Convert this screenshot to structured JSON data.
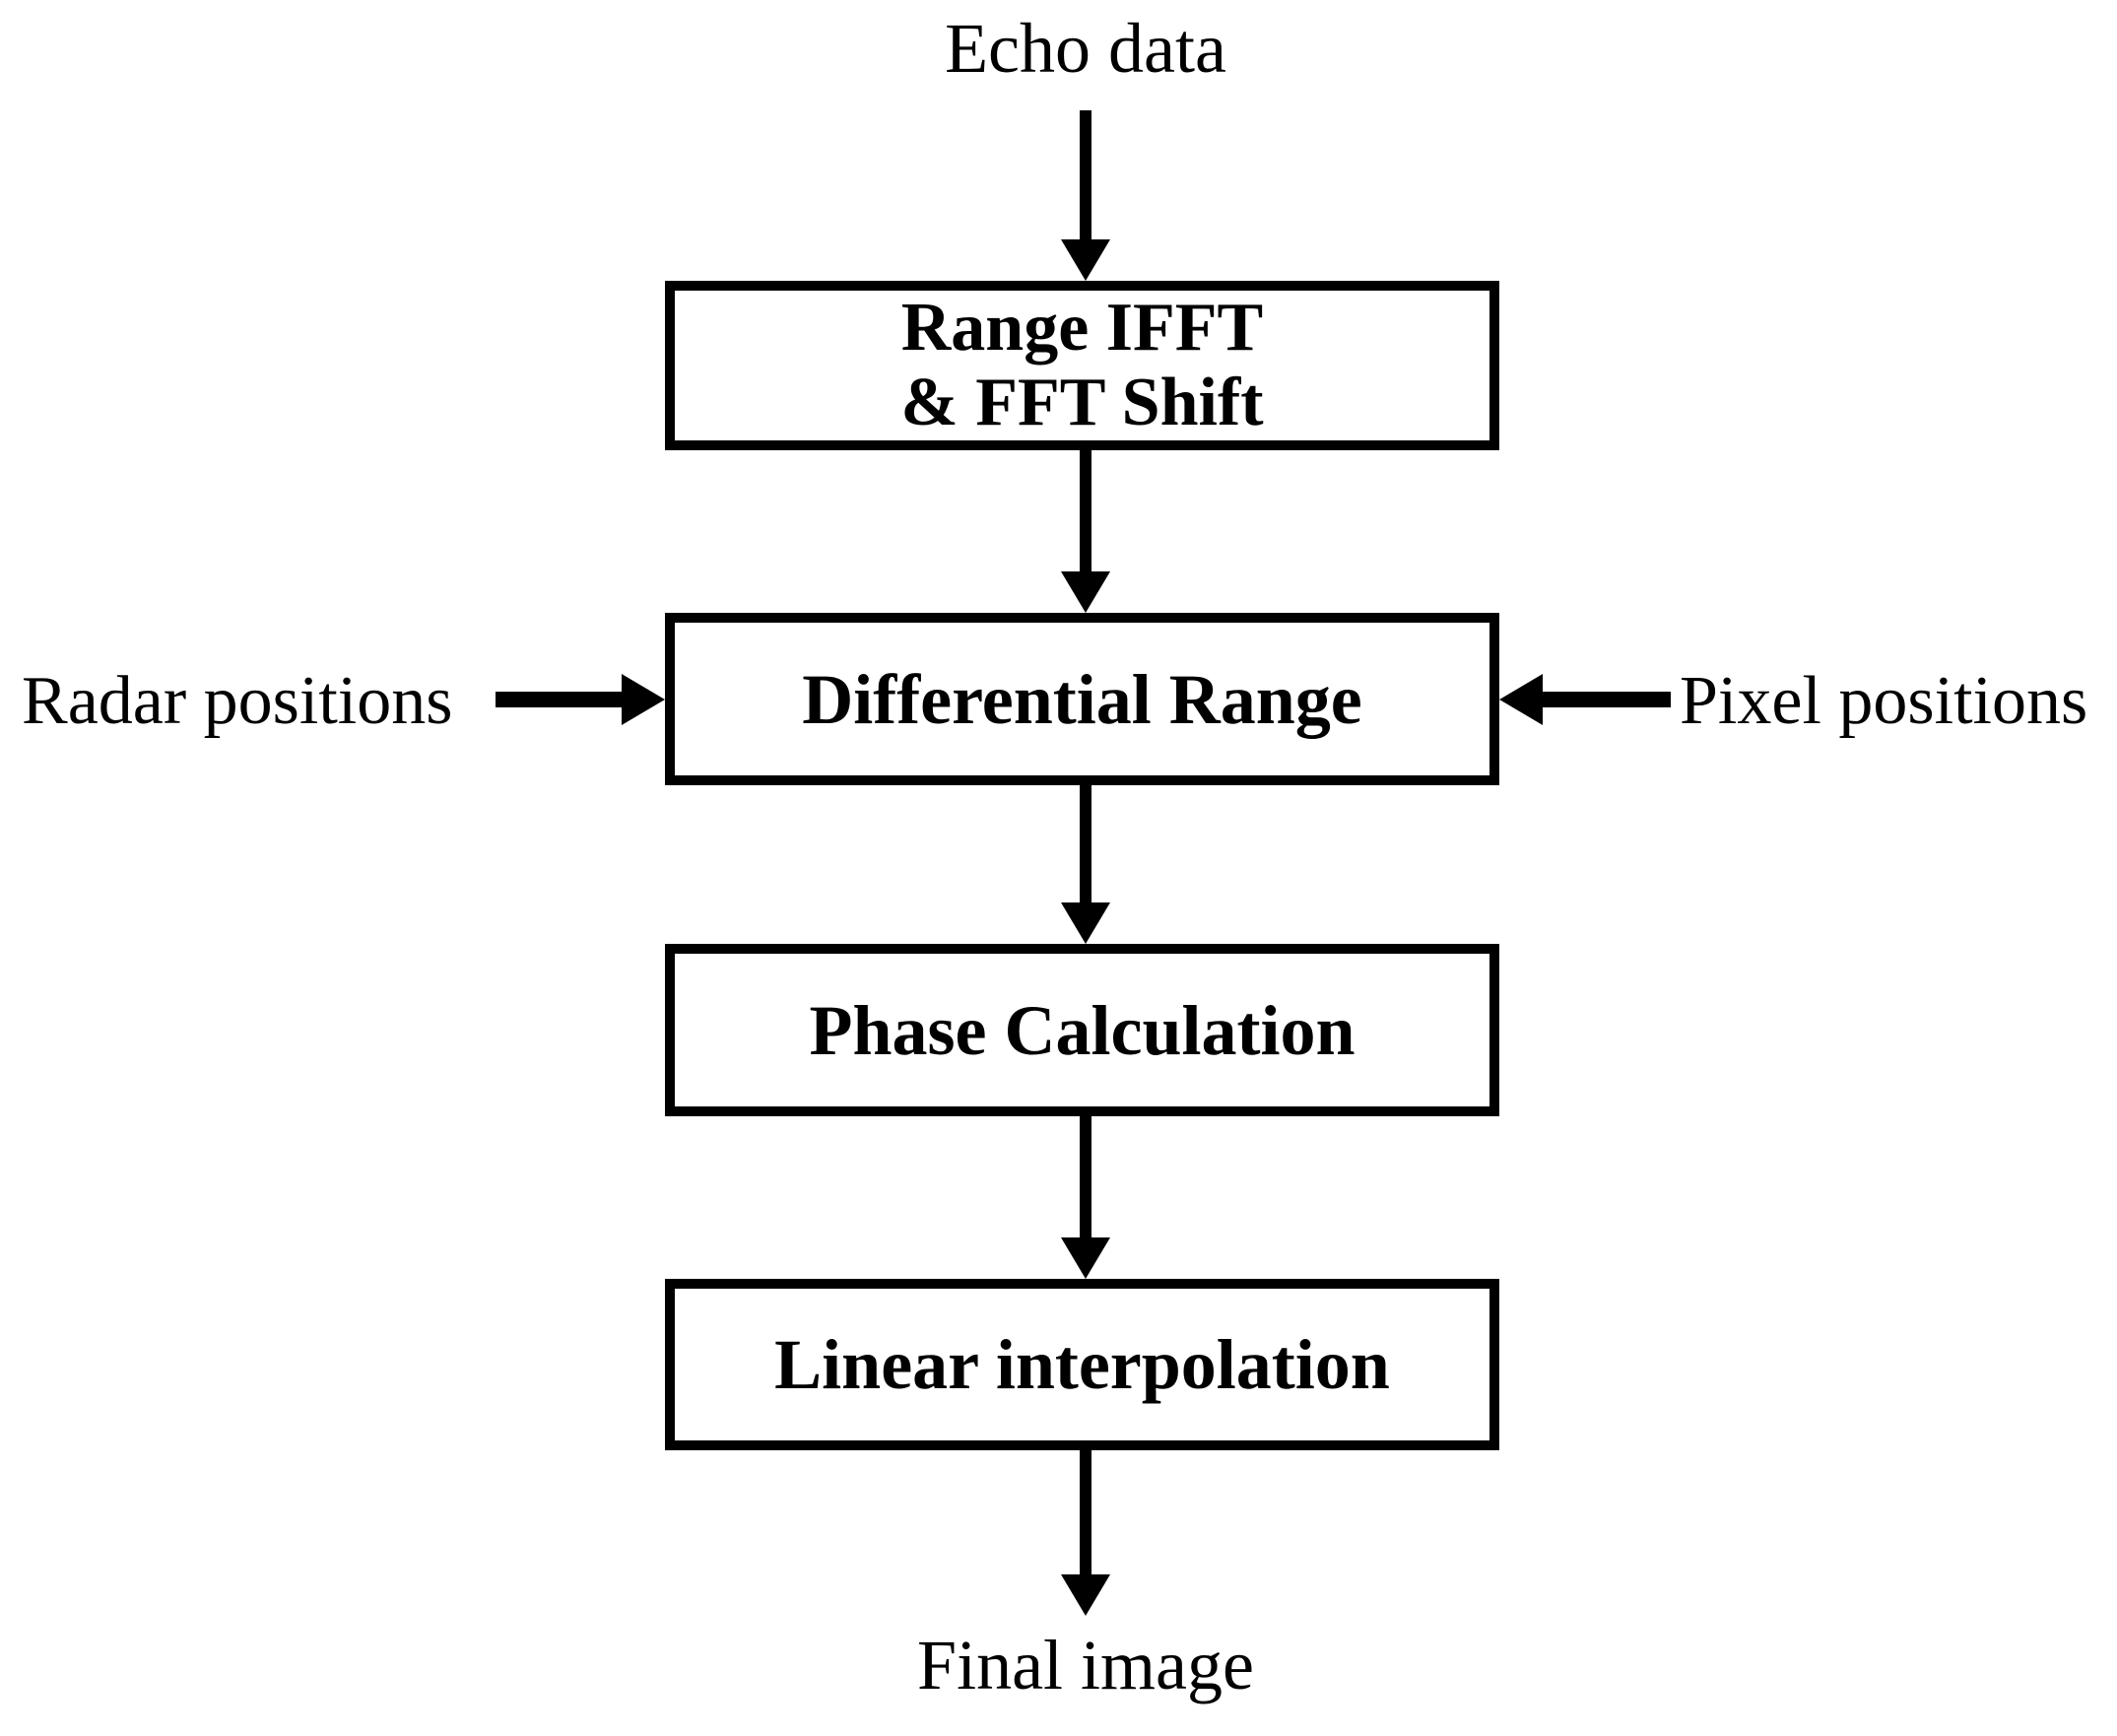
{
  "figure": {
    "background_color": "#ffffff",
    "ink_color": "#000000",
    "top_input": {
      "label": "Echo data"
    },
    "side_inputs": {
      "left": {
        "label": "Radar positions"
      },
      "right": {
        "label": "Pixel positions"
      }
    },
    "process_boxes": [
      {
        "lines": [
          "Range IFFT",
          "& FFT Shift"
        ]
      },
      {
        "lines": [
          "Differential Range"
        ]
      },
      {
        "lines": [
          "Phase Calculation"
        ]
      },
      {
        "lines": [
          "Linear interpolation"
        ]
      }
    ],
    "output": {
      "label": "Final image"
    },
    "connectors": [
      {
        "from": "Echo data",
        "to": "Range IFFT & FFT Shift",
        "direction": "down"
      },
      {
        "from": "Range IFFT & FFT Shift",
        "to": "Differential Range",
        "direction": "down"
      },
      {
        "from": "Radar positions",
        "to": "Differential Range",
        "direction": "right"
      },
      {
        "from": "Pixel positions",
        "to": "Differential Range",
        "direction": "left"
      },
      {
        "from": "Differential Range",
        "to": "Phase Calculation",
        "direction": "down"
      },
      {
        "from": "Phase Calculation",
        "to": "Linear interpolation",
        "direction": "down"
      },
      {
        "from": "Linear interpolation",
        "to": "Final image",
        "direction": "down"
      }
    ]
  }
}
